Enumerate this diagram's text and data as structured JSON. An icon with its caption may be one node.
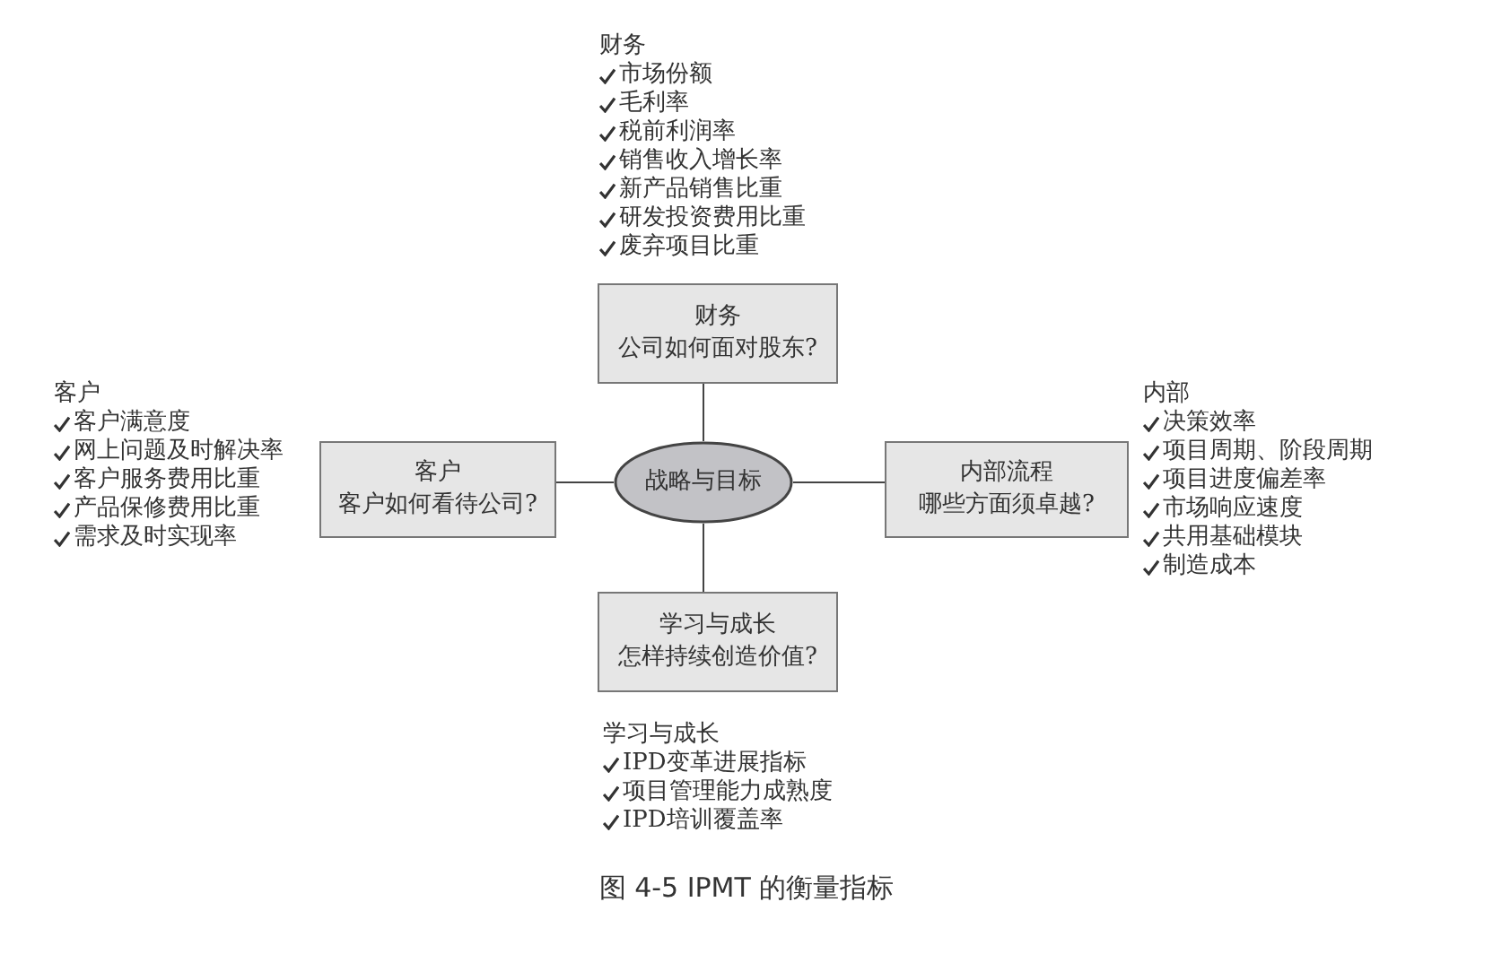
{
  "diagram": {
    "caption": "图 4-5 IPMT 的衡量指标",
    "nodes": [
      {
        "text": [
          "财务",
          "公司如何面对股东?"
        ],
        "beside": [
          "财务",
          "市场份额",
          "毛利率",
          "税前利润率",
          "销售收入增长率",
          "新产品销售比重",
          "研发投资费用比重",
          "废弃项目比重"
        ]
      },
      {
        "text": [
          "客户",
          "客户如何看待公司?"
        ],
        "beside": [
          "客户",
          "客户满意度",
          "网上问题及时解决率",
          "客户服务费用比重",
          "产品保修费用比重",
          "需求及时实现率"
        ]
      },
      {
        "text": [
          "战略与目标"
        ]
      },
      {
        "text": [
          "内部流程",
          "哪些方面须卓越?"
        ],
        "beside": [
          "内部",
          "决策效率",
          "项目周期、阶段周期",
          "项目进度偏差率",
          "市场响应速度",
          "共用基础模块",
          "制造成本"
        ]
      },
      {
        "text": [
          "学习与成长",
          "怎样持续创造价值?"
        ],
        "beside": [
          "学习与成长",
          "IPD变革进展指标",
          "项目管理能力成熟度",
          "IPD培训覆盖率"
        ]
      }
    ],
    "edges": [
      {
        "from": 2,
        "to": 0,
        "arrow": "none"
      },
      {
        "from": 2,
        "to": 1,
        "arrow": "none"
      },
      {
        "from": 2,
        "to": 3,
        "arrow": "none"
      },
      {
        "from": 2,
        "to": 4,
        "arrow": "none"
      }
    ]
  }
}
